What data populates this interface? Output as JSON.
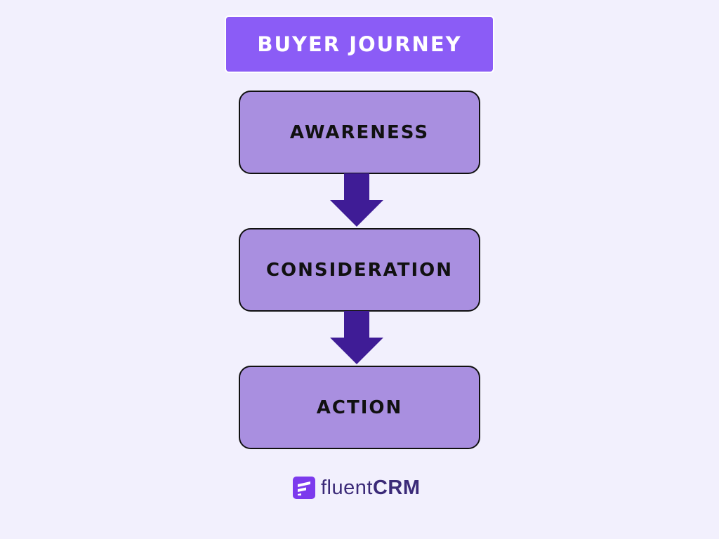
{
  "diagram": {
    "title": "BUYER JOURNEY",
    "stages": [
      "AWARENESS",
      "CONSIDERATION",
      "ACTION"
    ],
    "connector": "arrow-down-icon",
    "colors": {
      "background": "#f2f0fd",
      "title_fill": "#8b5cf6",
      "stage_fill": "#a98fe0",
      "arrow_fill": "#3f1c96",
      "text": "#111111"
    }
  },
  "logo": {
    "icon": "fluentcrm-logo-icon",
    "light_text": "fluent",
    "bold_text": "CRM"
  }
}
